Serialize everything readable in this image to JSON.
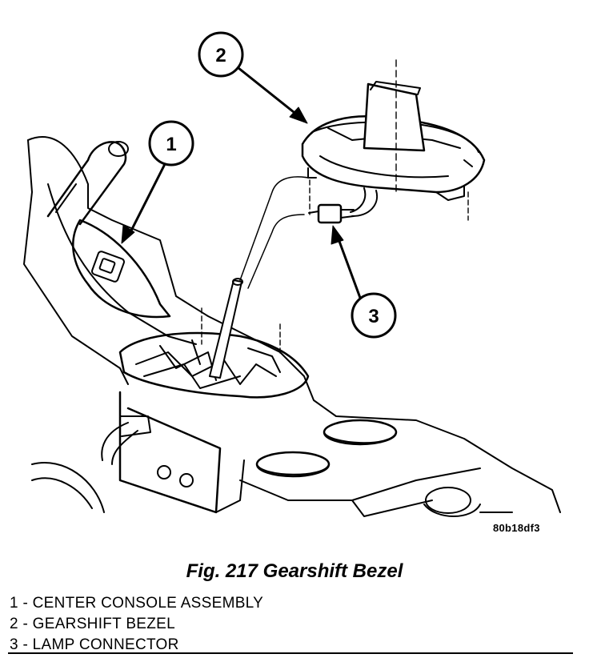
{
  "callouts": [
    {
      "number": "1"
    },
    {
      "number": "2"
    },
    {
      "number": "3"
    }
  ],
  "image_id": "80b18df3",
  "figure_caption": "Fig. 217 Gearshift Bezel",
  "legend": [
    "1 - CENTER CONSOLE ASSEMBLY",
    "2 - GEARSHIFT BEZEL",
    "3 - LAMP CONNECTOR"
  ]
}
